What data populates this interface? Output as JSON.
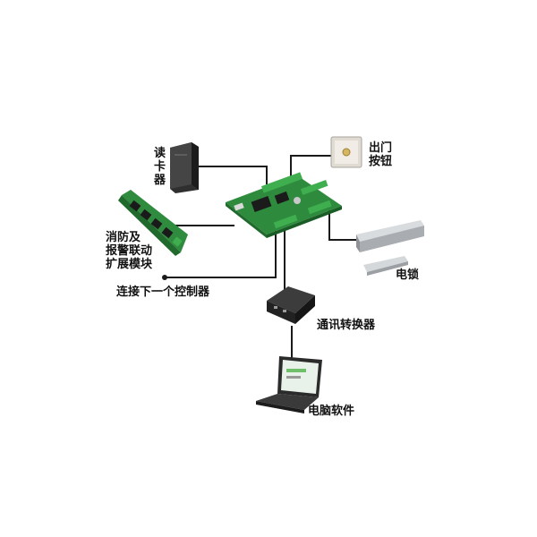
{
  "labels": {
    "reader": "读\n卡\n器",
    "exit_button": "出门\n按钮",
    "fire_alarm_module": "消防及\n报警联动\n扩展模块",
    "next_controller": "连接下一个控制器",
    "electric_lock": "电锁",
    "converter": "通讯转换器",
    "pc_software": "电脑软件"
  },
  "colors": {
    "wire": "#1a1a1a",
    "pcb": "#2e8b3e",
    "pcb_dark": "#1f6a2c",
    "terminal": "#3fae4f",
    "reader_body": "#3a3a3a",
    "lock_body": "#b9bcc0",
    "converter_body": "#2a2a2a",
    "laptop_body": "#2b2b2b",
    "screen": "#e9f2ea"
  },
  "icons": [
    "card-reader-icon",
    "exit-button-icon",
    "controller-board-icon",
    "expansion-module-icon",
    "electric-lock-icon",
    "converter-icon",
    "laptop-icon"
  ]
}
